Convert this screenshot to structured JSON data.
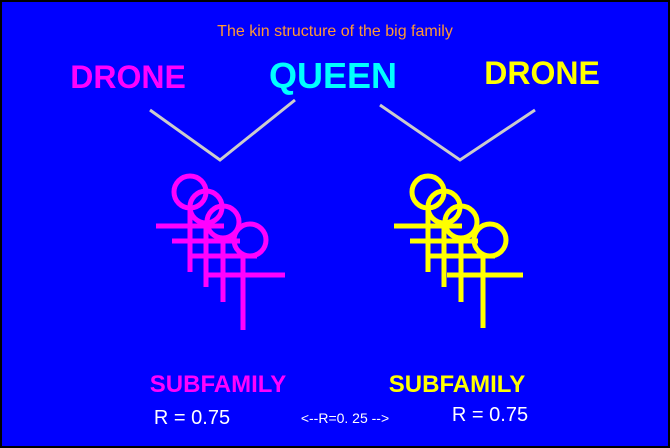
{
  "title": "The kin structure of the big family",
  "labels": {
    "drone_left": "DRONE",
    "queen": "QUEEN",
    "drone_right": "DRONE"
  },
  "subfamilies": [
    {
      "label": "SUBFAMILY",
      "relatedness": "R = 0.75",
      "color": "#ff00ff"
    },
    {
      "label": "SUBFAMILY",
      "relatedness": "R = 0.75",
      "color": "#ffff00"
    }
  ],
  "between_relatedness": "<--R=0. 25 -->",
  "colors": {
    "background": "#0000ff",
    "title": "#ff9933",
    "drone_left": "#ff00ff",
    "queen": "#00ffff",
    "drone_right": "#ffff00",
    "lines": "#cccccc",
    "white_text": "#ffffff",
    "frame": "#000000"
  }
}
